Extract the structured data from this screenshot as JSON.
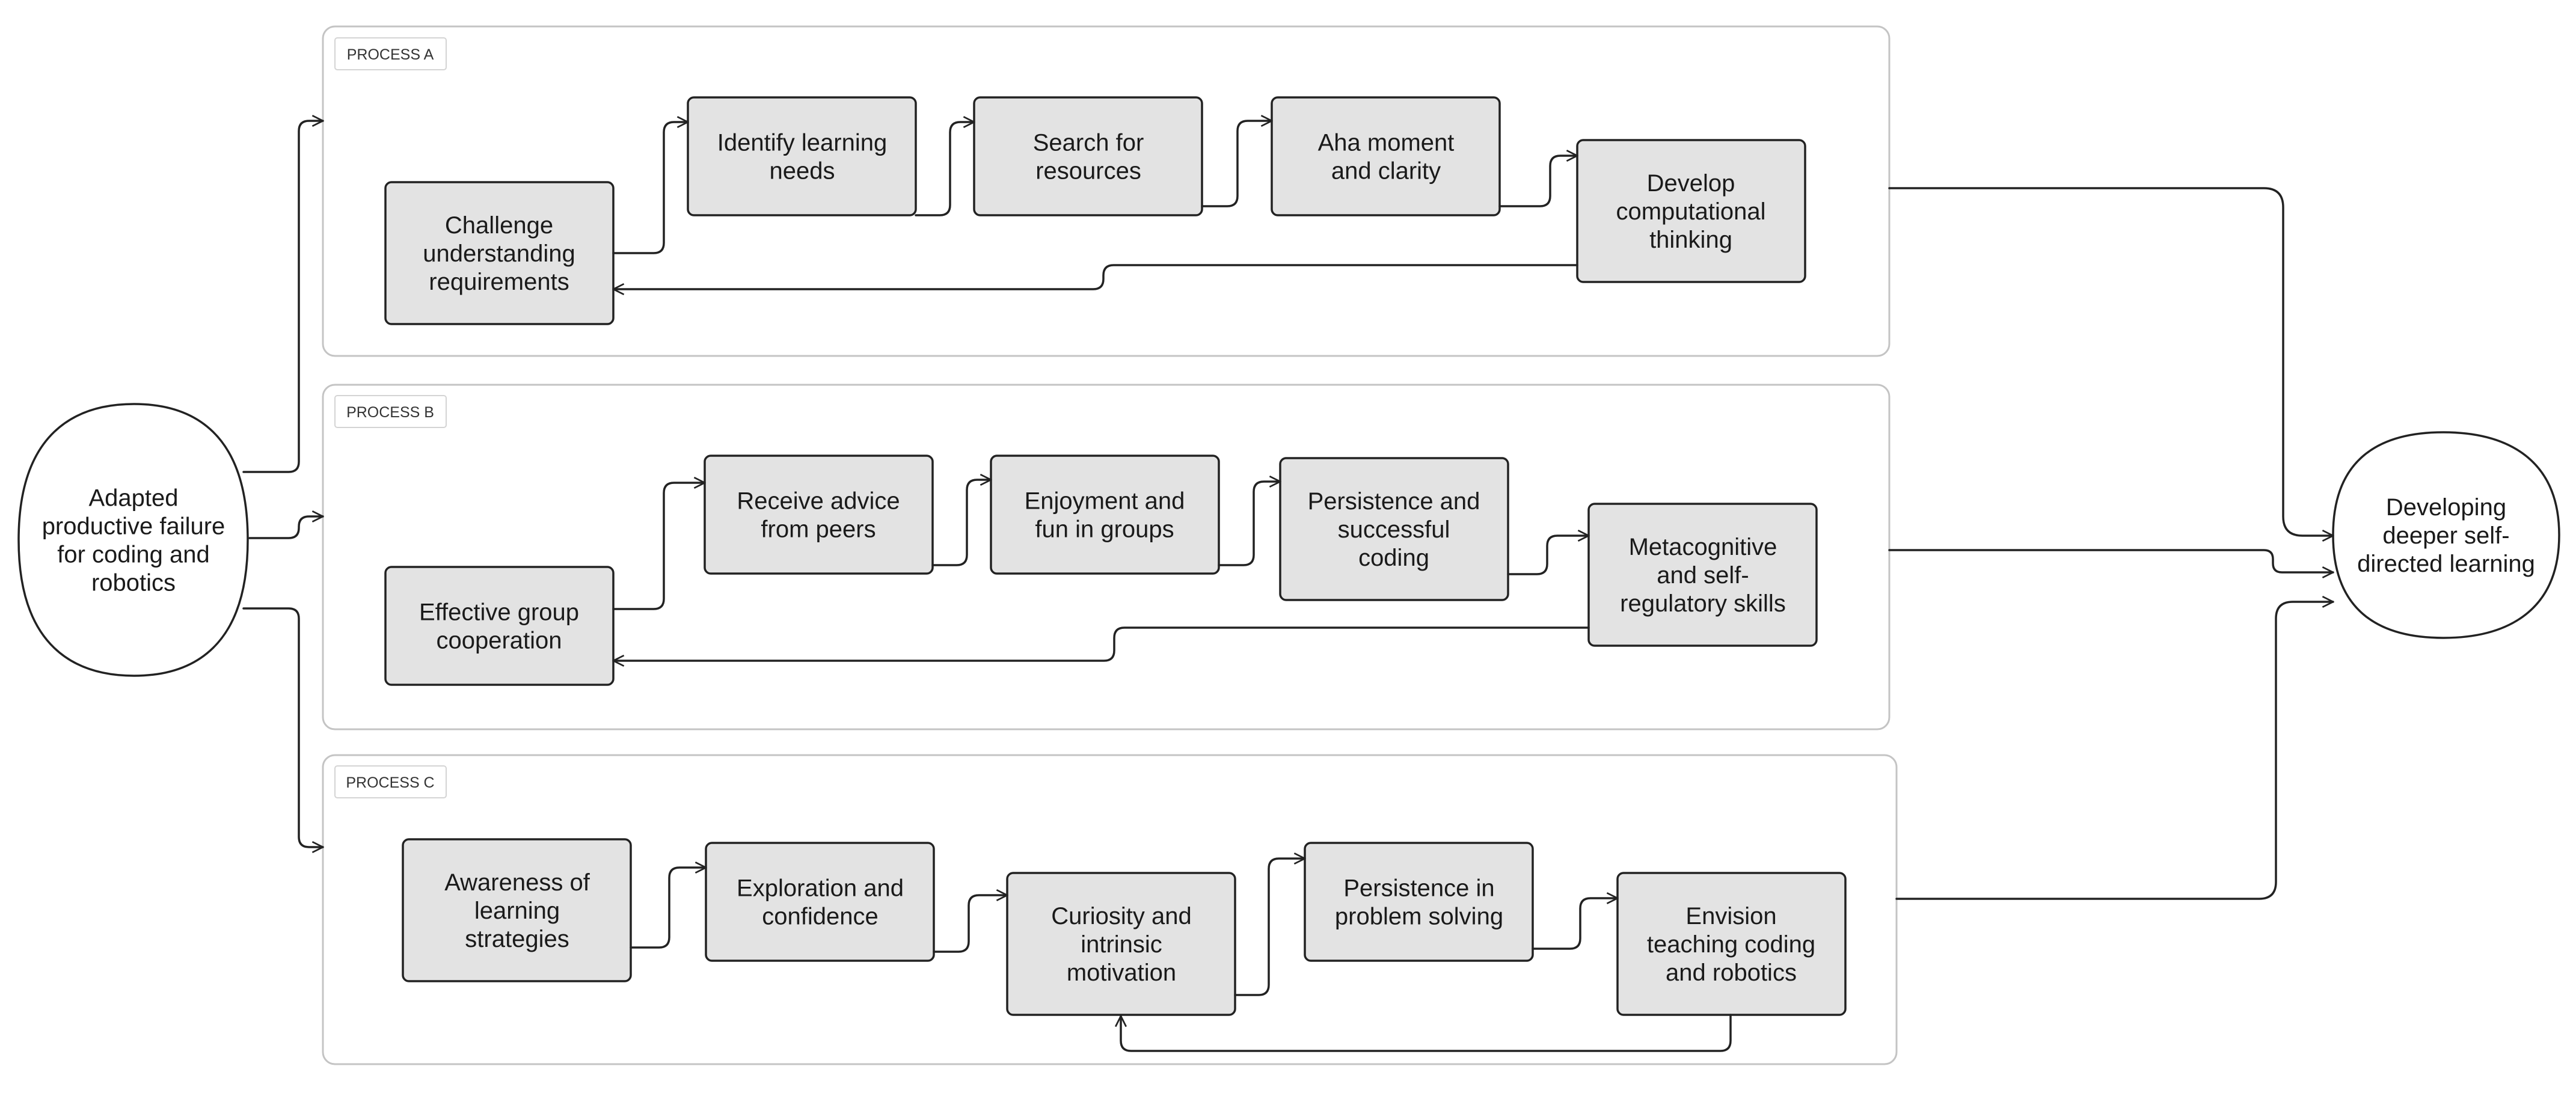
{
  "start": {
    "lines": [
      "Adapted",
      "productive failure",
      "for coding and",
      "robotics"
    ]
  },
  "end": {
    "lines": [
      "Developing",
      "deeper self-",
      "directed learning"
    ]
  },
  "processes": [
    {
      "label": "PROCESS A",
      "steps": [
        {
          "lines": [
            "Challenge",
            "understanding",
            "requirements"
          ]
        },
        {
          "lines": [
            "Identify learning",
            "needs"
          ]
        },
        {
          "lines": [
            "Search for",
            "resources"
          ]
        },
        {
          "lines": [
            "Aha moment",
            "and clarity"
          ]
        },
        {
          "lines": [
            "Develop",
            "computational",
            "thinking"
          ]
        }
      ]
    },
    {
      "label": "PROCESS B",
      "steps": [
        {
          "lines": [
            "Effective group",
            "cooperation"
          ]
        },
        {
          "lines": [
            "Receive advice",
            "from peers"
          ]
        },
        {
          "lines": [
            "Enjoyment and",
            "fun in groups"
          ]
        },
        {
          "lines": [
            "Persistence and",
            "successful",
            "coding"
          ]
        },
        {
          "lines": [
            "Metacognitive",
            "and self-",
            "regulatory skills"
          ]
        }
      ]
    },
    {
      "label": "PROCESS C",
      "steps": [
        {
          "lines": [
            "Awareness of",
            "learning",
            "strategies"
          ]
        },
        {
          "lines": [
            "Exploration and",
            "confidence"
          ]
        },
        {
          "lines": [
            "Curiosity and",
            "intrinsic",
            "motivation"
          ]
        },
        {
          "lines": [
            "Persistence in",
            "problem solving"
          ]
        },
        {
          "lines": [
            "Envision",
            "teaching coding",
            "and robotics"
          ]
        }
      ]
    }
  ]
}
